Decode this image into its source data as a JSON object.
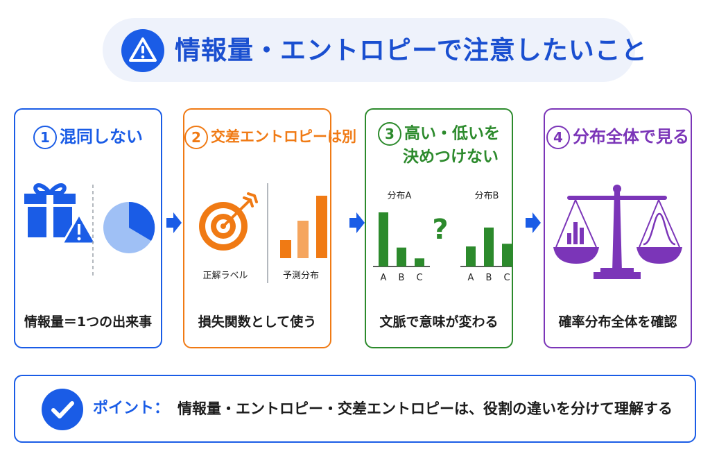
{
  "title": "情報量・エントロピーで注意したいこと",
  "colors": {
    "blue": "#1a5ce6",
    "orange": "#f07a14",
    "green": "#2c8a2c",
    "purple": "#7b35b8"
  },
  "cards": [
    {
      "num": "1",
      "heading": "混同しない",
      "icons": [
        "gift-icon",
        "warning-icon",
        "pie-chart-icon"
      ],
      "footer": "情報量＝1つの出来事"
    },
    {
      "num": "2",
      "heading": "交差エントロピーは別",
      "icons": [
        "target-icon",
        "bar-chart-icon"
      ],
      "labels": [
        "正解ラベル",
        "予測分布"
      ],
      "footer": "損失関数として使う"
    },
    {
      "num": "3",
      "heading_line1": "高い・低いを",
      "heading_line2": "決めつけない",
      "labels": [
        "分布A",
        "分布B",
        "?"
      ],
      "categories": [
        "A",
        "B",
        "C"
      ],
      "dist_a": [
        1.0,
        0.35,
        0.15
      ],
      "dist_b": [
        0.37,
        0.72,
        0.42
      ],
      "footer": "文脈で意味が変わる"
    },
    {
      "num": "4",
      "heading": "分布全体で見る",
      "icons": [
        "balance-scale-icon",
        "bar-chart-icon",
        "bell-curve-icon"
      ],
      "footer": "確率分布全体を確認"
    }
  ],
  "point": {
    "label": "ポイント：",
    "text": "情報量・エントロピー・交差エントロピーは、役割の違いを分けて理解する"
  }
}
